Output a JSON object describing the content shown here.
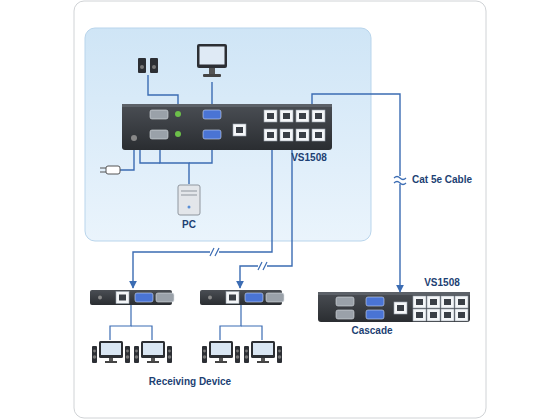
{
  "diagram": {
    "nodes": [
      {
        "text": [
          "VS1508"
        ]
      },
      {
        "text": [
          "PC"
        ]
      },
      {
        "text": [
          "Receiving Device"
        ]
      },
      {
        "text": [
          "VS1508",
          "Cascade"
        ]
      }
    ],
    "edges": [
      {
        "from": 1,
        "to": 0,
        "arrow": "none"
      },
      {
        "from": 0,
        "to": 2,
        "arrow": "to"
      },
      {
        "from": 0,
        "to": 2,
        "arrow": "to"
      },
      {
        "from": 0,
        "to": 3,
        "label": "Cat 5e Cable",
        "arrow": "to"
      }
    ]
  }
}
